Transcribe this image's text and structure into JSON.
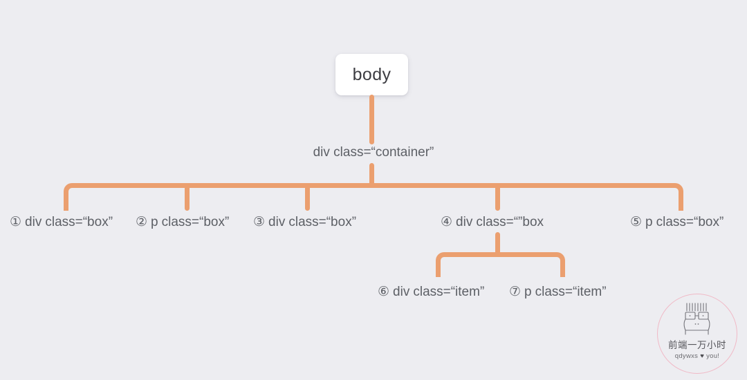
{
  "diagram": {
    "root": {
      "label": "body"
    },
    "container": {
      "label": "div  class=“container”"
    },
    "children": [
      {
        "num": "①",
        "tag": "div",
        "attr": "class=“box”"
      },
      {
        "num": "②",
        "tag": "p",
        "attr": "class=“box”"
      },
      {
        "num": "③",
        "tag": "div",
        "attr": "class=“box”"
      },
      {
        "num": "④",
        "tag": "div",
        "attr": "class=“”box"
      },
      {
        "num": "⑤",
        "tag": "p",
        "attr": "class=“box”"
      }
    ],
    "grandchildren": [
      {
        "num": "⑥",
        "tag": "div",
        "attr": "class=“item”"
      },
      {
        "num": "⑦",
        "tag": "p",
        "attr": "class=“item”"
      }
    ],
    "colors": {
      "connector": "#eb9f6f",
      "background": "#ededf1",
      "card": "#ffffff",
      "text": "#5d6066",
      "watermark_ring": "#f0b9c6"
    }
  },
  "watermark": {
    "title": "前端一万小时",
    "tagline_before": "qdywxs",
    "heart": "♥",
    "tagline_after": "you!"
  }
}
